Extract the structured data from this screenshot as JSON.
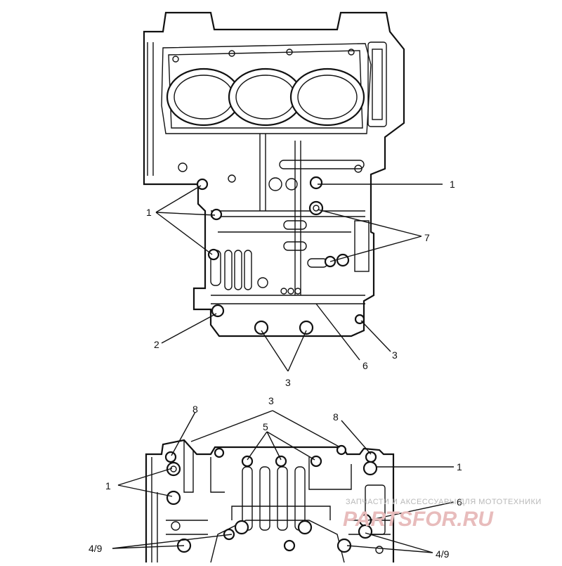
{
  "callouts": {
    "top_1_right": "1",
    "top_1_left": "1",
    "top_7": "7",
    "top_2": "2",
    "top_6": "6",
    "top_3_right": "3",
    "top_3_bottom": "3",
    "bot_8_left": "8",
    "bot_3_top": "3",
    "bot_8_right": "8",
    "bot_5": "5",
    "bot_1_right": "1",
    "bot_1_left": "1",
    "bot_6": "6",
    "bot_49_left": "4/9",
    "bot_49_right": "4/9"
  },
  "watermark": {
    "caption": "ЗАПЧАСТИ И АКСЕССУАРЫ ДЛЯ МОТОТЕХНИКИ",
    "logo": "PARTSFOR.RU"
  }
}
